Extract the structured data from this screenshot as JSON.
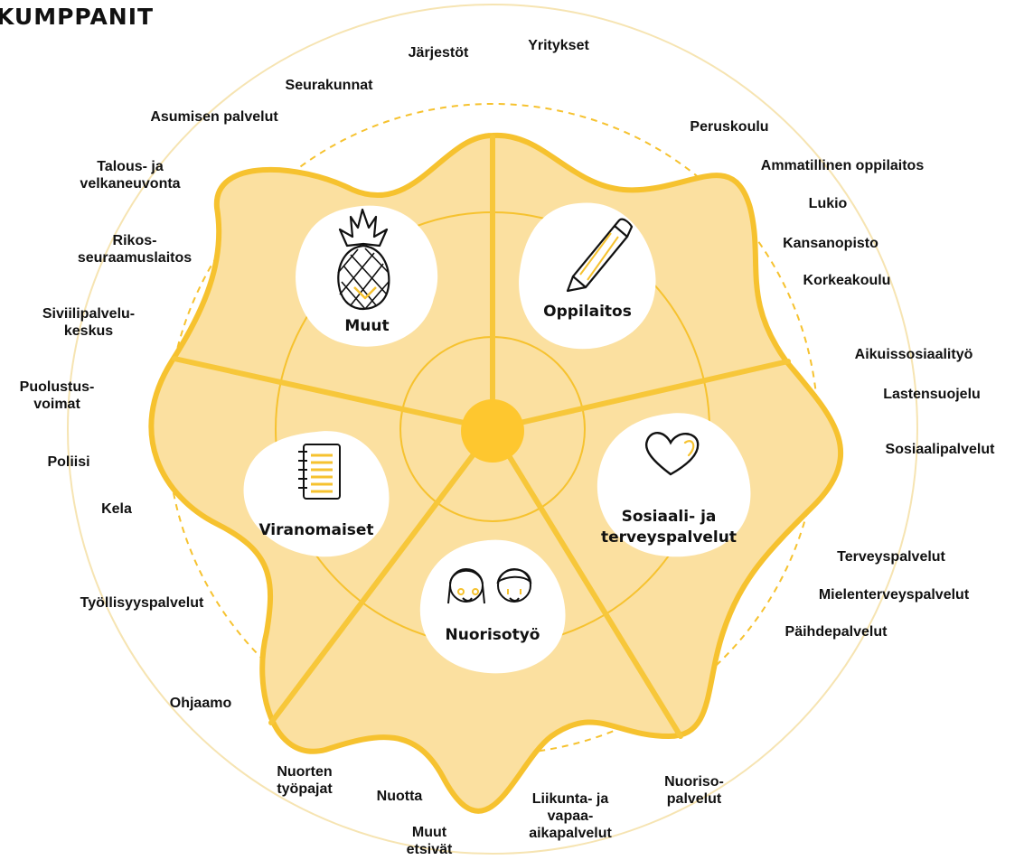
{
  "title": "KUMPPANIT",
  "colors": {
    "accent": "#f6c22f",
    "fill": "#fbe0a0",
    "line": "#f7c73a",
    "outer_ring": "#f6e4b2"
  },
  "sectors": {
    "muut": {
      "label": "Muut",
      "icon": "pineapple-icon"
    },
    "oppilaitos": {
      "label": "Oppilaitos",
      "icon": "pencil-icon"
    },
    "sosiaali": {
      "label_line1": "Sosiaali- ja",
      "label_line2": "terveyspalvelut",
      "icon": "heart-icon"
    },
    "nuorisotyo": {
      "label": "Nuorisotyö",
      "icon": "two-faces-icon"
    },
    "viranomaiset": {
      "label": "Viranomaiset",
      "icon": "notebook-icon"
    }
  },
  "partners": {
    "jarjestot": "Järjestöt",
    "yritykset": "Yritykset",
    "seurakunnat": "Seurakunnat",
    "asumisen": "Asumisen palvelut",
    "talous": "Talous- ja\nvelkaneuvonta",
    "rikos": "Rikos-\nseuraamuslaitos",
    "siviili": "Siviilipalvelu-\nkeskus",
    "puolustus": "Puolustus-\nvoimat",
    "poliisi": "Poliisi",
    "kela": "Kela",
    "tyollisyys": "Työllisyyspalvelut",
    "ohjaamo": "Ohjaamo",
    "tyopajat": "Nuorten\ntyöpajat",
    "nuotta": "Nuotta",
    "etsivat": "Muut\netsivät",
    "liikunta": "Liikunta- ja\nvapaa-\naikapalvelut",
    "nuorisopalvelut": "Nuoriso-\npalvelut",
    "peruskoulu": "Peruskoulu",
    "ammatillinen": "Ammatillinen oppilaitos",
    "lukio": "Lukio",
    "kansanopisto": "Kansanopisto",
    "korkeakoulu": "Korkeakoulu",
    "aikuissosiaali": "Aikuissosiaalityö",
    "lastensuojelu": "Lastensuojelu",
    "sosiaalipalvelut": "Sosiaalipalvelut",
    "terveys": "Terveyspalvelut",
    "mielenterveys": "Mielenterveyspalvelut",
    "paihde": "Päihdepalvelut"
  }
}
